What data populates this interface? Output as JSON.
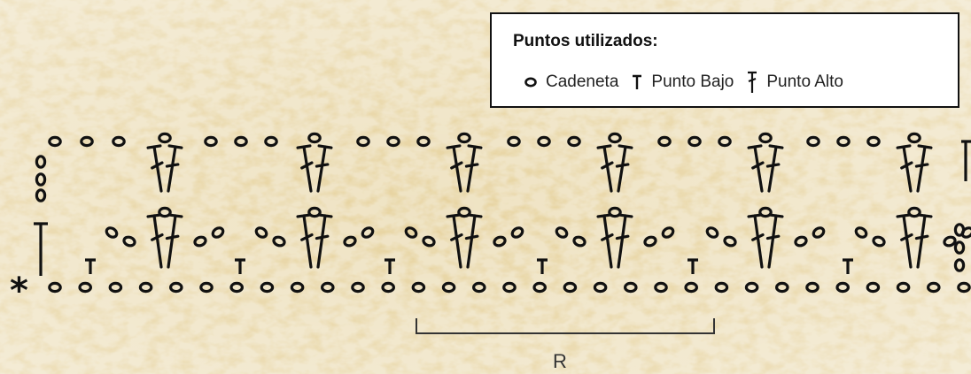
{
  "legend": {
    "title": "Puntos utilizados:",
    "items": [
      {
        "symbol": "chain-oval-icon",
        "label": "Cadeneta"
      },
      {
        "symbol": "single-crochet-t-icon",
        "label": "Punto Bajo"
      },
      {
        "symbol": "double-crochet-icon",
        "label": "Punto Alto"
      }
    ]
  },
  "chart": {
    "start_marker": "*",
    "repeat_label": "R"
  },
  "colors": {
    "background": "#efe3c3",
    "yarn_texture": "#c9a45a",
    "ink": "#111111",
    "bracket": "#333333"
  }
}
